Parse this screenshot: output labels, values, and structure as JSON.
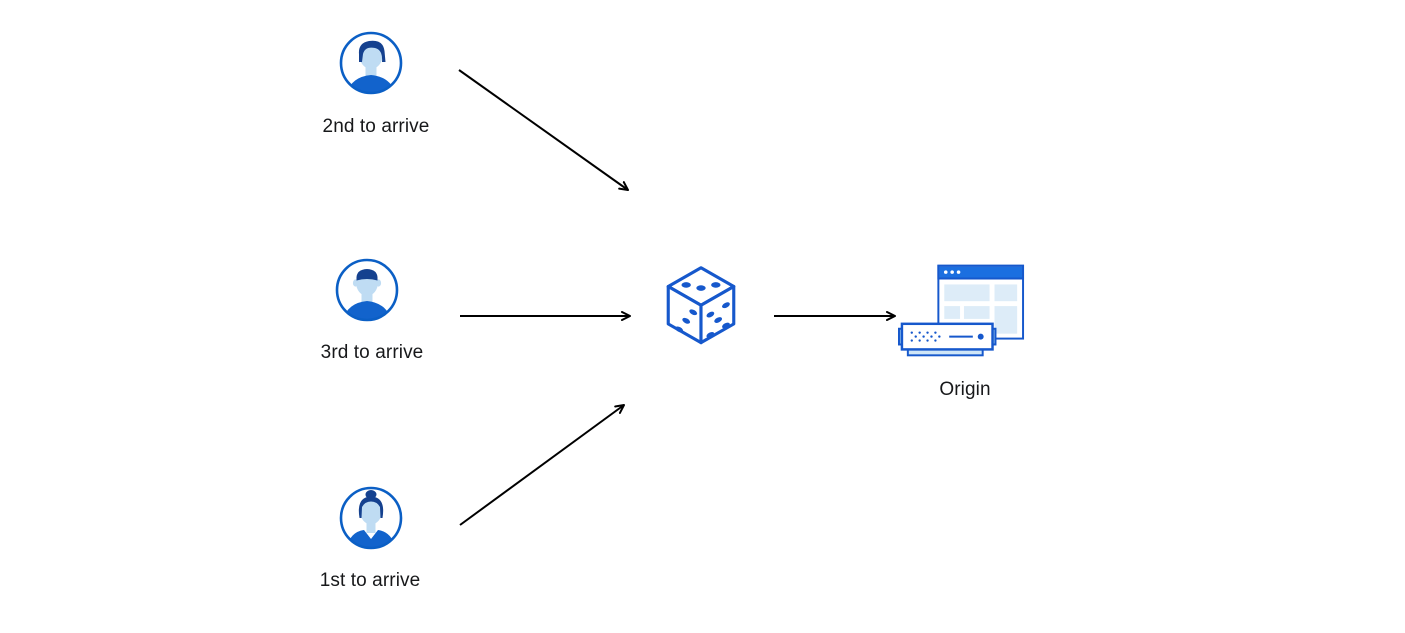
{
  "diagram": {
    "title": "random-steering-to-origin-diagram",
    "colors": {
      "background": "#ffffff",
      "outline_blue": "#1658cc",
      "dark_hair_blue": "#15418f",
      "face_light_blue": "#bfdcf3",
      "shirt_blue": "#1263cc",
      "browser_titlebar_blue": "#1b6fe0",
      "panel_light_blue": "#ddecf8",
      "server_cap_blue": "#8fc0ec",
      "server_base_blue": "#cfe6f7",
      "arrow_black": "#000000",
      "label_text": "#17181a"
    },
    "nodes": [
      {
        "id": "user-2nd",
        "icon": "male-avatar-icon",
        "label": "2nd to arrive"
      },
      {
        "id": "user-3rd",
        "icon": "male-avatar-2-icon",
        "label": "3rd to arrive"
      },
      {
        "id": "user-1st",
        "icon": "female-avatar-icon",
        "label": "1st to arrive"
      },
      {
        "id": "dice",
        "icon": "dice-icon",
        "label": ""
      },
      {
        "id": "origin",
        "icon": "origin-server-icon",
        "label": "Origin"
      }
    ],
    "edges": [
      {
        "from": "user-2nd",
        "to": "dice"
      },
      {
        "from": "user-3rd",
        "to": "dice"
      },
      {
        "from": "user-1st",
        "to": "dice"
      },
      {
        "from": "dice",
        "to": "origin"
      }
    ]
  }
}
